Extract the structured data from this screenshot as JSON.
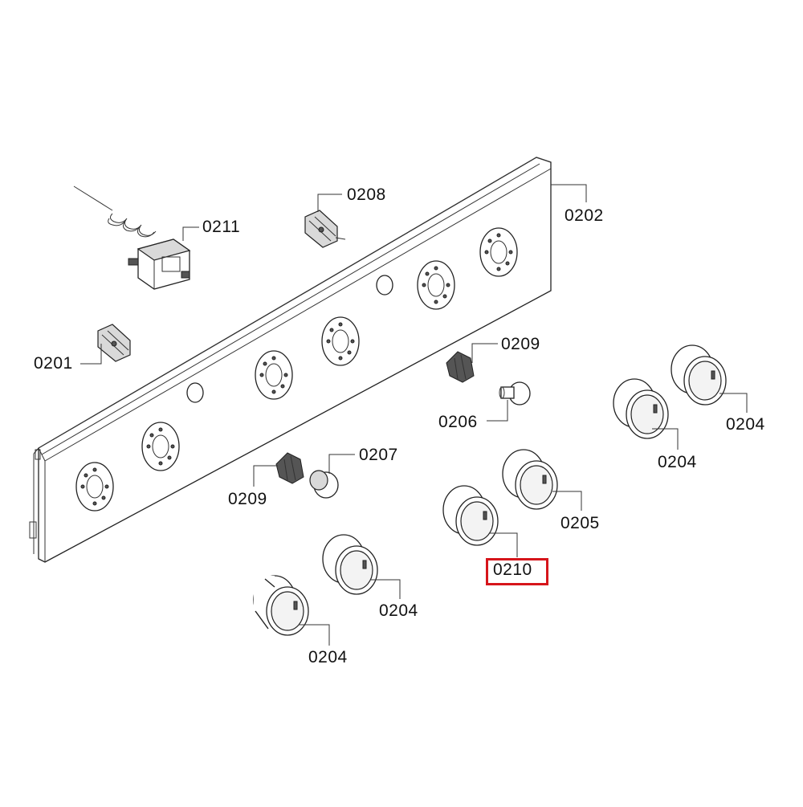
{
  "labels": {
    "l0201": "0201",
    "l0202": "0202",
    "l0204a": "0204",
    "l0204b": "0204",
    "l0204c": "0204",
    "l0204d": "0204",
    "l0205": "0205",
    "l0206": "0206",
    "l0207": "0207",
    "l0208": "0208",
    "l0209a": "0209",
    "l0209b": "0209",
    "l0210": "0210",
    "l0211": "0211"
  },
  "highlight": {
    "part": "0210",
    "color": "#d6151b"
  }
}
